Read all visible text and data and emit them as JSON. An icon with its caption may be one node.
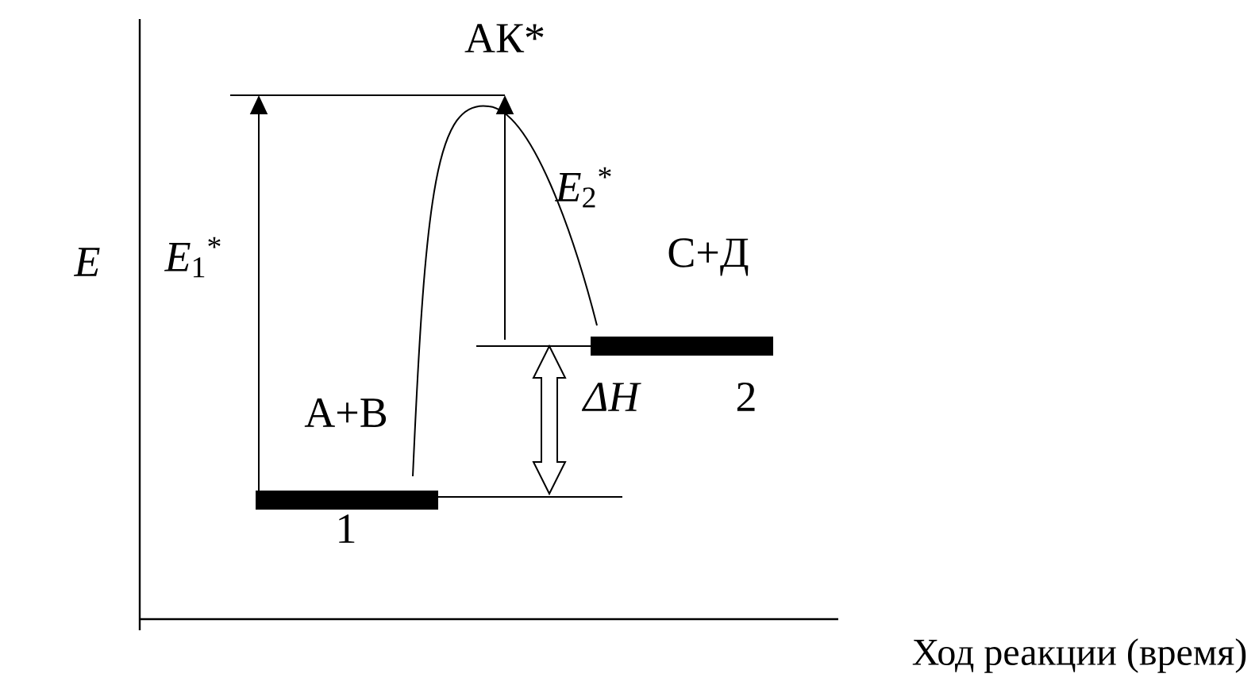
{
  "diagram": {
    "labels": [
      "АК*",
      "E",
      "*E*$_{1}$$^{*}$",
      "*E*$_{2}$$^{*}$",
      "С+Д",
      "А+В",
      "ΔH",
      "2",
      "1",
      "Ход реакции (время)"
    ]
  }
}
